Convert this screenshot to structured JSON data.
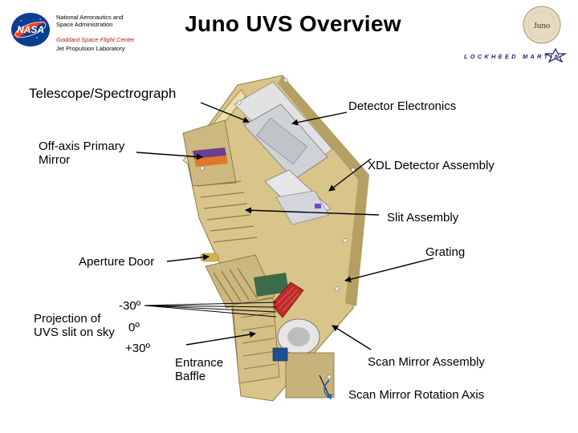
{
  "slide": {
    "title": "Juno UVS Overview"
  },
  "header": {
    "nasa_logo_text": "NASA",
    "agency_line1": "National Aeronautics and",
    "agency_line2": "Space Administration",
    "center_line1": "Goddard Space Flight Center",
    "center_line2": "Jet Propulsion Laboratory",
    "juno_badge_text": "Juno",
    "partner_logo_text": "LOCKHEED MARTIN"
  },
  "labels": {
    "telescope": "Telescope/Spectrograph",
    "off_axis_line1": "Off-axis Primary",
    "off_axis_line2": "Mirror",
    "detector_electronics": "Detector Electronics",
    "xdl_detector": "XDL Detector Assembly",
    "slit_assembly": "Slit Assembly",
    "grating": "Grating",
    "aperture_door": "Aperture Door",
    "projection_line1": "Projection of",
    "projection_line2": "UVS slit on sky",
    "angle_minus30": "-30º",
    "angle_0": "0º",
    "angle_plus30": "+30º",
    "entrance_line1": "Entrance",
    "entrance_line2": "Baffle",
    "scan_mirror_assembly": "Scan Mirror Assembly",
    "scan_mirror_rotation": "Scan Mirror Rotation Axis"
  },
  "colors": {
    "housing_tan": "#d9c48a",
    "housing_shadow": "#b59f63",
    "housing_light": "#ece0b0",
    "nasa_blue": "#0b3d91",
    "nasa_red": "#fc3d21",
    "agency_red": "#b01818",
    "lm_navy": "#1a2a6e",
    "arrow": "#000000"
  }
}
